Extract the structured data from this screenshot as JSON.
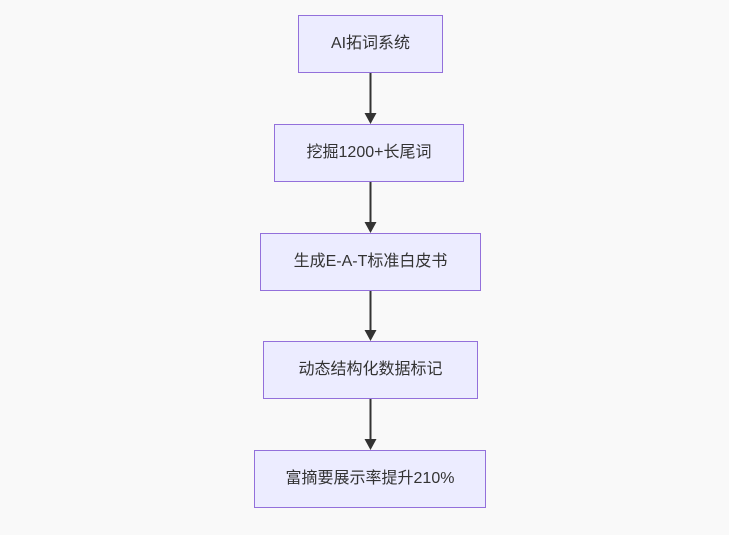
{
  "diagram": {
    "kind": "flowchart",
    "direction": "top-down",
    "nodes": [
      {
        "id": "node-1",
        "label": "AI拓词系统"
      },
      {
        "id": "node-2",
        "label": "挖掘1200+长尾词"
      },
      {
        "id": "node-3",
        "label": "生成E-A-T标准白皮书"
      },
      {
        "id": "node-4",
        "label": "动态结构化数据标记"
      },
      {
        "id": "node-5",
        "label": "富摘要展示率提升210%"
      }
    ],
    "edges": [
      {
        "from": "node-1",
        "to": "node-2"
      },
      {
        "from": "node-2",
        "to": "node-3"
      },
      {
        "from": "node-3",
        "to": "node-4"
      },
      {
        "from": "node-4",
        "to": "node-5"
      }
    ],
    "colors": {
      "background": "#f9f9f9",
      "node_fill": "#ECECFF",
      "node_border": "#9370DB",
      "arrow": "#333333",
      "text": "#333333"
    }
  }
}
